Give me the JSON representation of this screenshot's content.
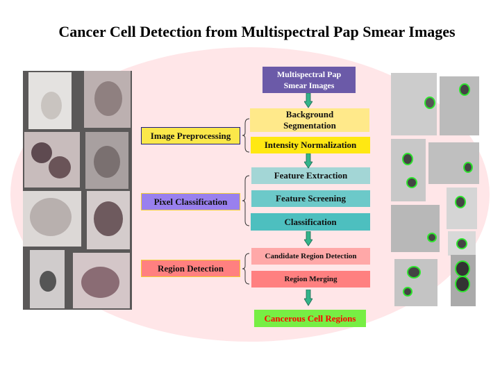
{
  "title": "Cancer Cell Detection from Multispectral Pap Smear Images",
  "flow": {
    "input": "Multispectral Pap Smear Images",
    "background_segmentation": "Background Segmentation",
    "intensity_normalization": "Intensity Normalization",
    "feature_extraction": "Feature Extraction",
    "feature_screening": "Feature Screening",
    "classification": "Classification",
    "candidate_region_detection": "Candidate Region Detection",
    "region_merging": "Region Merging",
    "output": "Cancerous Cell Regions"
  },
  "stages": {
    "image_preprocessing": "Image Preprocessing",
    "pixel_classification": "Pixel Classification",
    "region_detection": "Region Detection"
  },
  "colors": {
    "ellipse": "#ffe6e8",
    "input": "#6b5aa8",
    "output": "#77ee44",
    "output_text": "#ff0000",
    "arrow": "#33b38a"
  }
}
